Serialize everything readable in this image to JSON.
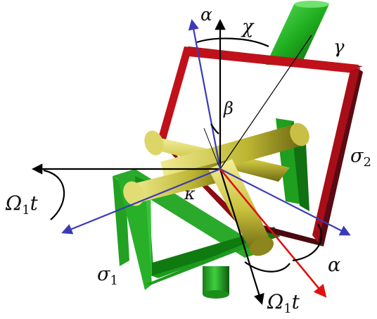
{
  "labels": {
    "alpha_top": "α",
    "chi": "χ",
    "gamma": "γ",
    "beta": "β",
    "sigma2_base": "σ",
    "sigma2_sub": "2",
    "omega_left_base": "Ω",
    "omega_left_sub": "1",
    "omega_left_t": "t",
    "kappa": "κ",
    "sigma1_base": "σ",
    "sigma1_sub": "1",
    "alpha_right": "α",
    "omega_bottom_base": "Ω",
    "omega_bottom_sub": "1",
    "omega_bottom_t": "t"
  },
  "colors": {
    "background": "#ffffff",
    "frame_red": "#c0111b",
    "frame_dark": "#5a0a12",
    "green_light": "#2ec42e",
    "green_dark": "#0f6e0f",
    "yellow_light": "#e4e07a",
    "yellow_dark": "#7f7a1c",
    "blue_axis": "#3a3ab8",
    "red_axis": "#e01010",
    "black_axis": "#000000"
  }
}
